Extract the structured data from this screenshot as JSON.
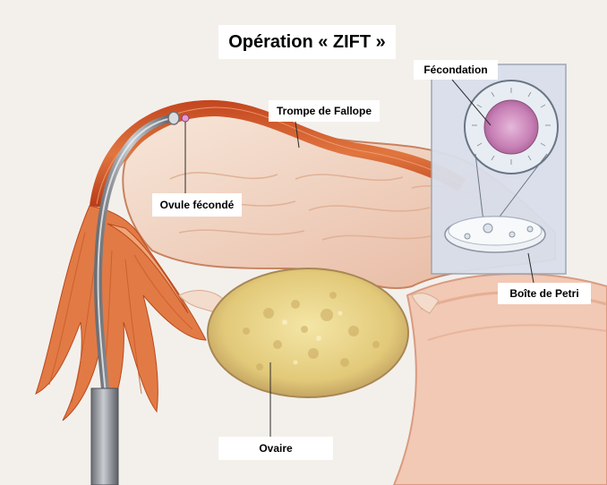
{
  "title": "Opération « ZIFT »",
  "labels": {
    "fecondation": "Fécondation",
    "trompe": "Trompe de Fallope",
    "ovule": "Ovule fécondé",
    "petri": "Boîte de Petri",
    "ovaire": "Ovaire"
  },
  "colors": {
    "background": "#f3f0ec",
    "tube_outer": "#d2572a",
    "tube_inner": "#f2d6c4",
    "ovary": "#e8d38a",
    "inset_border": "#9aa3b0",
    "egg": "#c77fb5"
  }
}
